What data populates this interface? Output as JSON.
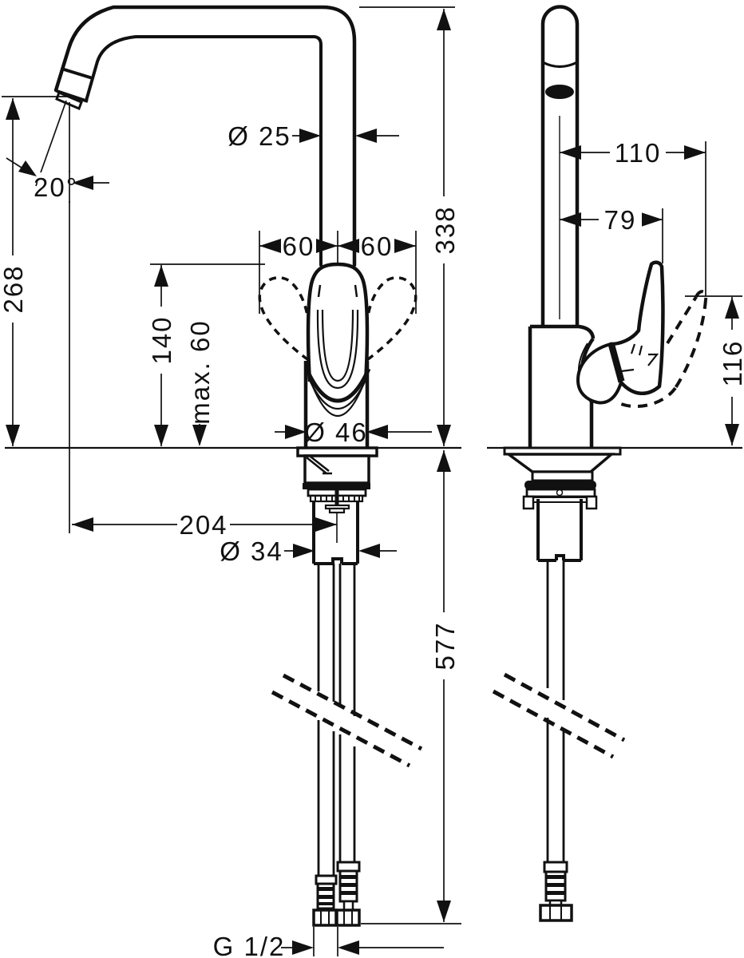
{
  "meta": {
    "background": "#ffffff",
    "ink": "#111111"
  },
  "dimensions": {
    "front_view": {
      "spout_diameter": "Ø 25",
      "total_height": "338",
      "spout_outlet_height": "268",
      "spout_angle": "20°",
      "handle_swing_left": "60",
      "handle_swing_right": "60",
      "handle_height": "140",
      "max_deck_thickness": "max. 60",
      "body_diameter": "Ø 46",
      "spout_reach": "204",
      "shank_diameter": "Ø 34",
      "hose_length": "577",
      "connection_thread": "G 1/2"
    },
    "side_view": {
      "handle_reach": "110",
      "handle_pivot_reach": "79",
      "handle_lift_height": "116"
    }
  }
}
